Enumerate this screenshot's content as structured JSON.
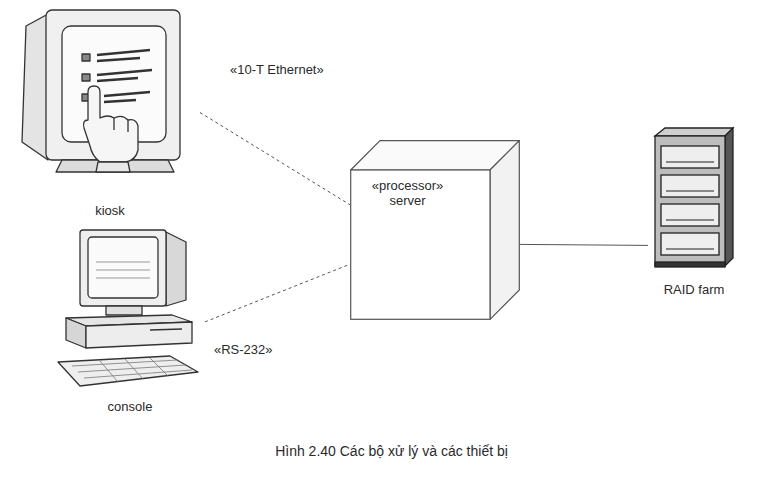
{
  "diagram": {
    "caption": "Hình 2.40 Các bộ xử lý và các thiết bị",
    "nodes": [
      {
        "text": [
          "kiosk"
        ]
      },
      {
        "text": [
          "console"
        ]
      },
      {
        "text": [
          "«processor»",
          "server"
        ]
      },
      {
        "text": [
          "RAID farm"
        ]
      }
    ],
    "edges": [
      {
        "from": 0,
        "to": 2,
        "label": "«10-T Ethernet»",
        "arrow": "none"
      },
      {
        "from": 1,
        "to": 2,
        "label": "«RS-232»",
        "arrow": "none"
      },
      {
        "from": 2,
        "to": 3,
        "arrow": "none"
      }
    ]
  }
}
